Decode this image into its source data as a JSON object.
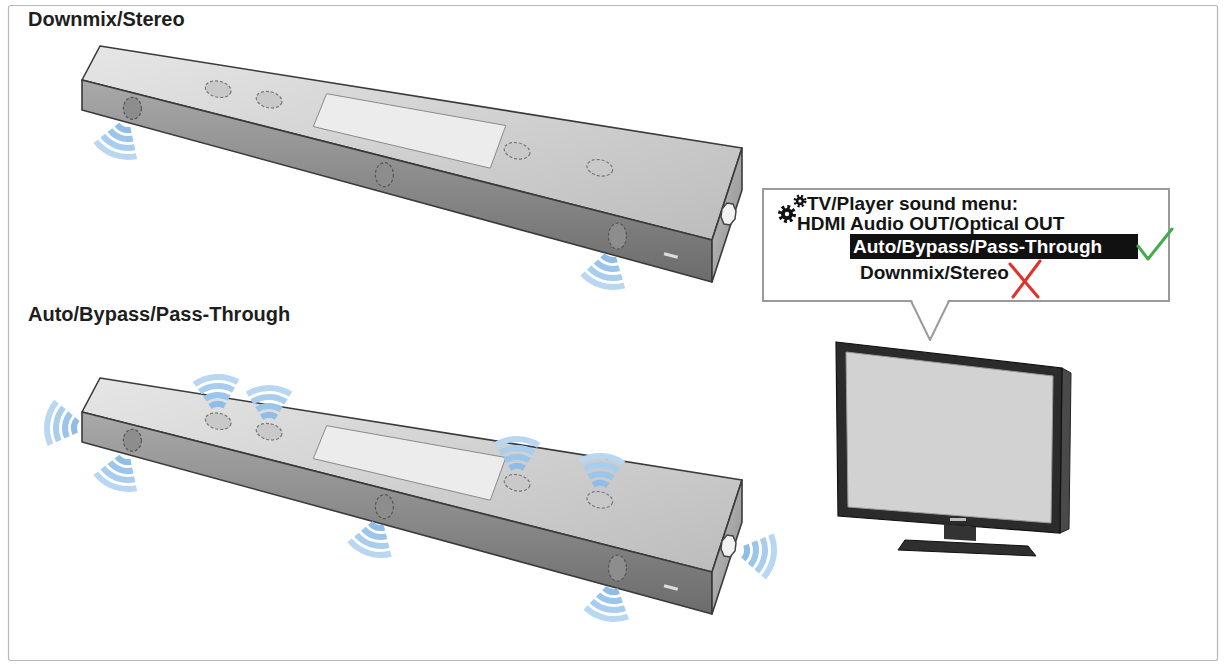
{
  "diagram": {
    "nodes": [
      {
        "text": [
          "TV/Player sound menu:",
          "HDMI Audio OUT/Optical OUT",
          "Downmix/Stereo"
        ]
      },
      {
        "text": [
          "Auto/Bypass/Pass-Through"
        ],
        "in": 0
      }
    ],
    "labels": [
      "Downmix/Stereo",
      "Auto/Bypass/Pass-Through"
    ]
  }
}
